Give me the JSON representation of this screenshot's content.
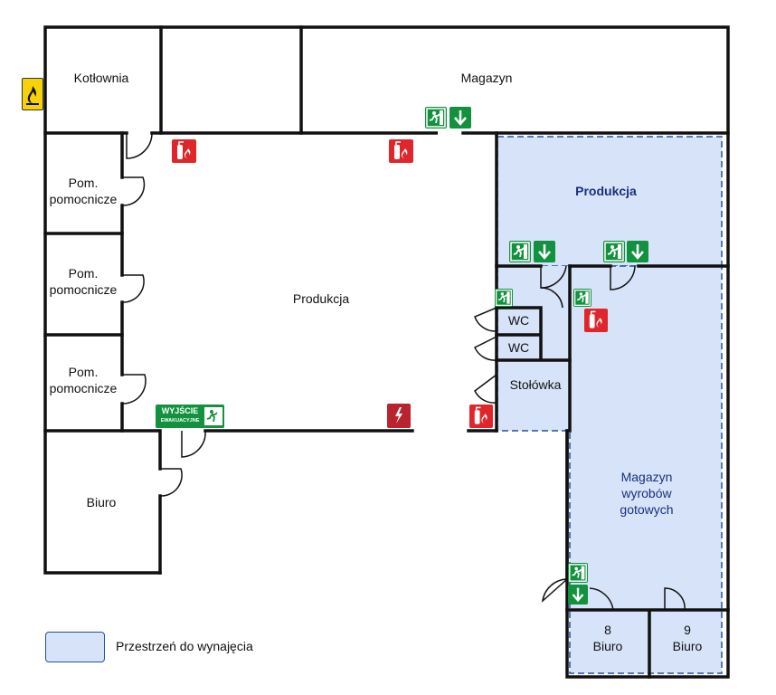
{
  "rooms": {
    "boiler_room": "Kotłownia",
    "warehouse_top": "Magazyn",
    "aux_room_1": "Pom.\npomocnicze",
    "aux_room_2": "Pom.\npomocnicze",
    "aux_room_3": "Pom.\npomocnicze",
    "production_main": "Produkcja",
    "production_rent": "Produkcja",
    "office_left": "Biuro",
    "wc_1": "WC",
    "wc_2": "WC",
    "canteen": "Stołówka",
    "finished_goods": "Magazyn\nwyrobów\ngotowych",
    "office_8_num": "8",
    "office_8": "Biuro",
    "office_9_num": "9",
    "office_9": "Biuro"
  },
  "signs": {
    "emergency_exit_line1": "WYJŚCIE",
    "emergency_exit_line2": "EWAKUACYJNE",
    "fire_icon": "flammable-warning-icon",
    "extinguisher_icon": "fire-extinguisher-icon",
    "exit_icon": "running-man-exit-icon",
    "arrow_icon": "arrow-down-icon"
  },
  "legend": {
    "rent_space": "Przestrzeń do wynajęcia"
  },
  "colors": {
    "wall": "#111111",
    "rent_fill": "#d6e3f9",
    "rent_border": "#2a4f9a",
    "exit_green": "#12923e",
    "fire_red": "#e0262b",
    "warning_yellow": "#f5d20a"
  }
}
